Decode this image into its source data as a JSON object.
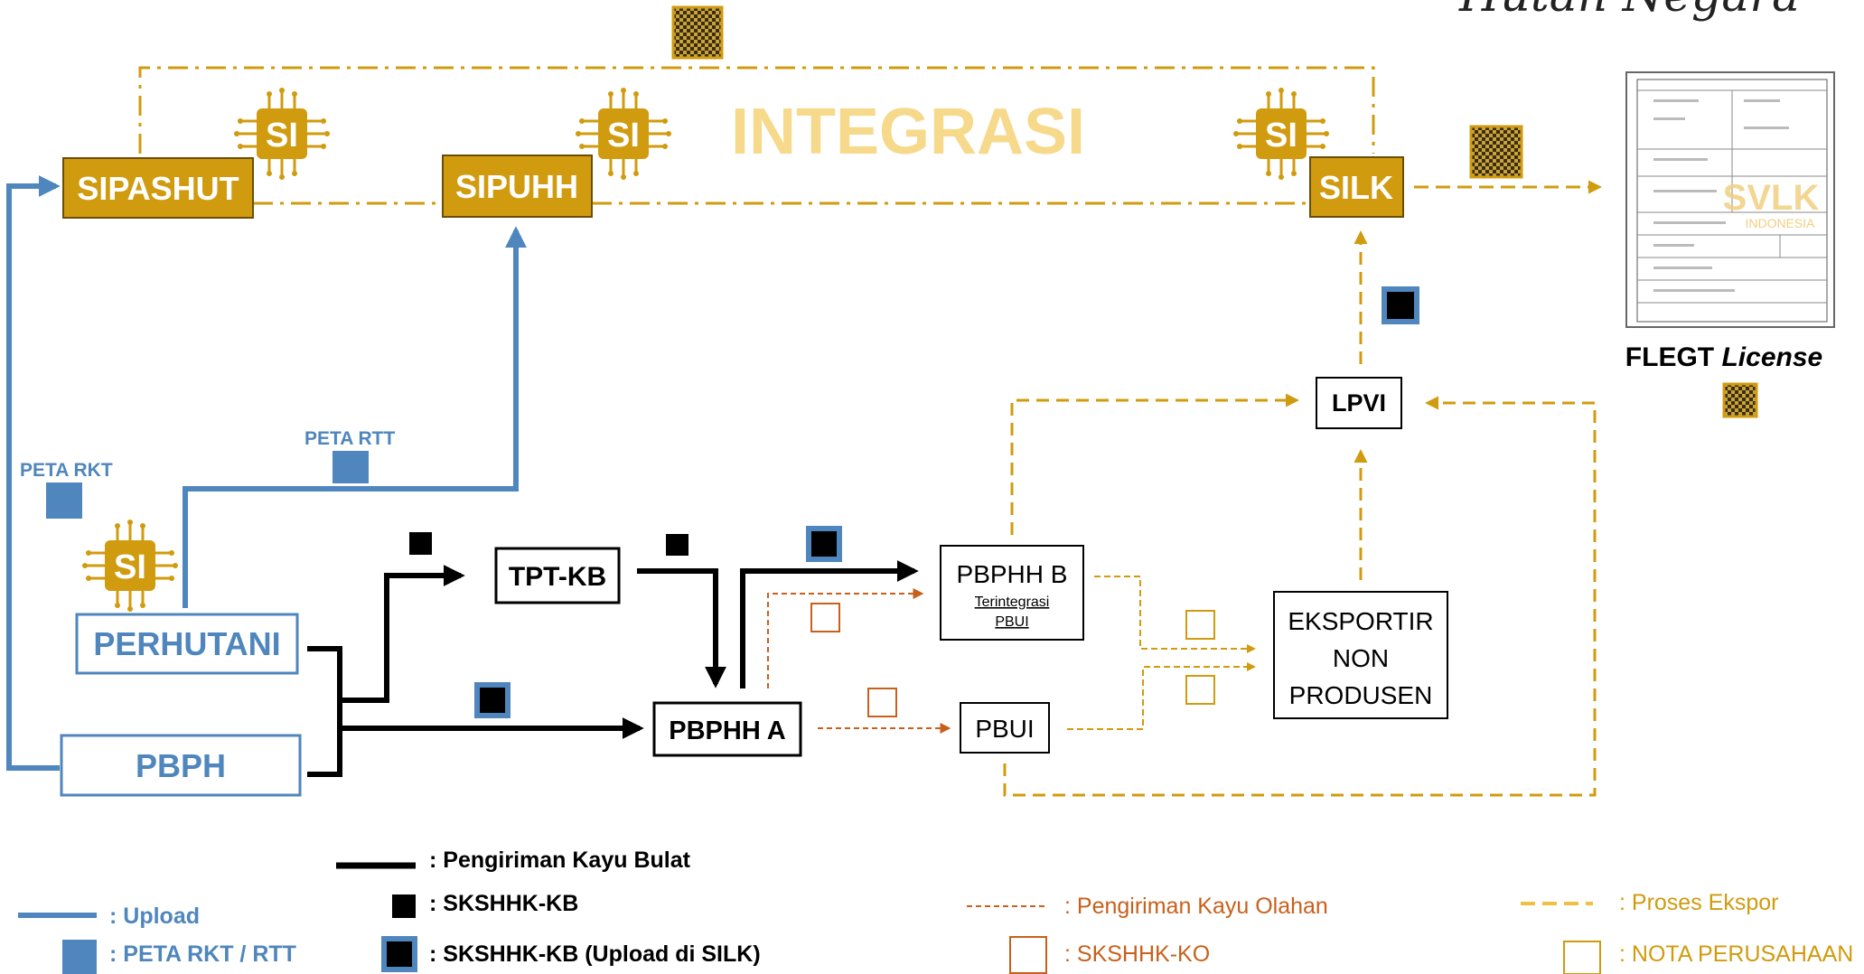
{
  "header_text": "Hutan Negara",
  "watermark": "INTEGRASI",
  "chip_label": "SI",
  "systems": {
    "sipashut": "SIPASHUT",
    "sipuhh": "SIPUHH",
    "silk": "SILK"
  },
  "nodes": {
    "perhutani": "PERHUTANI",
    "pbph": "PBPH",
    "tpt_kb": "TPT-KB",
    "pbphh_a": "PBPHH A",
    "pbphh_b": "PBPHH B",
    "pbphh_b_sub1": "Terintegrasi",
    "pbphh_b_sub2": "PBUI",
    "pbui": "PBUI",
    "eksportir_1": "EKSPORTIR",
    "eksportir_2": "NON",
    "eksportir_3": "PRODUSEN",
    "lpvi": "LPVI"
  },
  "labels": {
    "peta_rkt": "PETA RKT",
    "peta_rtt": "PETA RTT"
  },
  "flegt": {
    "label_bold": "FLEGT",
    "label_italic": "License",
    "logo_text": "SVLK",
    "logo_sub": "INDONESIA"
  },
  "legend": {
    "upload": ": Upload",
    "peta": ": PETA RKT / RTT",
    "kayu_bulat": ": Pengiriman Kayu Bulat",
    "skshhk_kb": ": SKSHHK-KB",
    "skshhk_kb_upload": ": SKSHHK-KB (Upload di SILK)",
    "kayu_olahan": ": Pengiriman Kayu Olahan",
    "skshhk_ko": ": SKSHHK-KO",
    "proses_ekspor": ": Proses Ekspor",
    "nota": ": NOTA PERUSAHAAN"
  },
  "colors": {
    "gold": "#d19b0f",
    "gold_light": "#f6d98a",
    "blue": "#4f86bd",
    "orange": "#c8601c",
    "black": "#000000"
  }
}
